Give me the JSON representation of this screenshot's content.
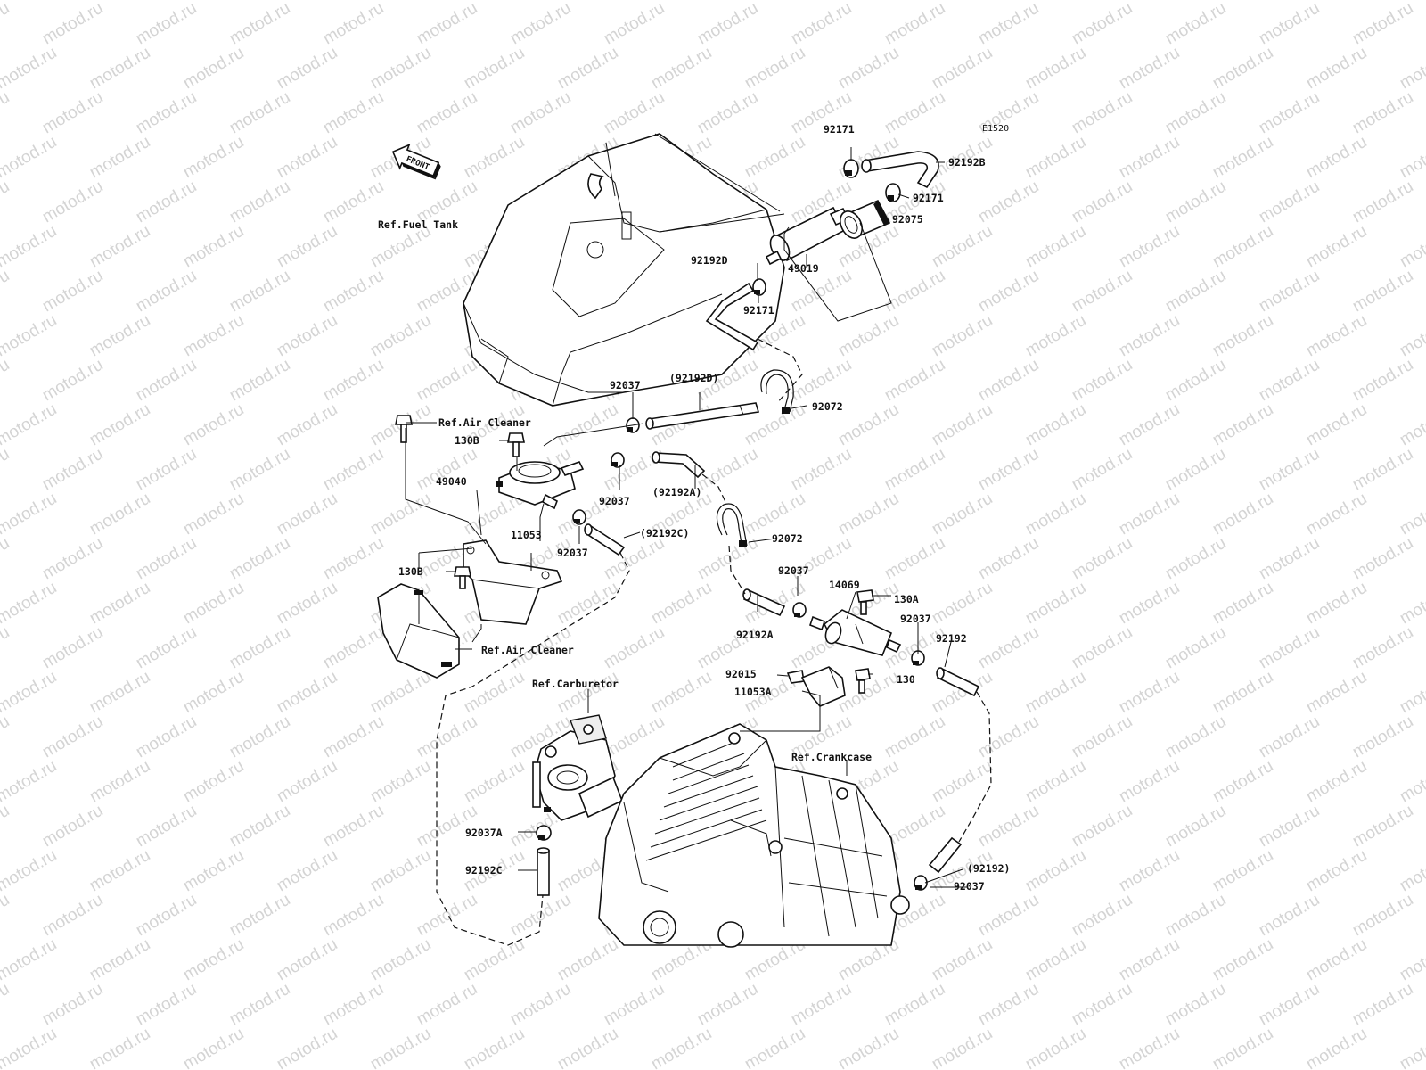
{
  "watermark": {
    "text": "motod.ru"
  },
  "diagram_code": "E1520",
  "front_arrow": {
    "text": "FRONT"
  },
  "refs": {
    "fuel_tank": "Ref.Fuel Tank",
    "air_cleaner_top": "Ref.Air Cleaner",
    "air_cleaner_bottom": "Ref.Air Cleaner",
    "carburetor": "Ref.Carburetor",
    "crankcase": "Ref.Crankcase"
  },
  "parts": {
    "p92171_top": "92171",
    "p92192B": "92192B",
    "p92171_right": "92171",
    "p92075": "92075",
    "p92192D": "92192D",
    "p49019": "49019",
    "p92171_bottom": "92171",
    "p92037_a": "92037",
    "p92192D_paren": "(92192D)",
    "p92072_top": "92072",
    "p130B_top": "130B",
    "p49040": "49040",
    "p92037_b": "92037",
    "p92192A_paren": "(92192A)",
    "p11053": "11053",
    "p92037_c": "92037",
    "p92192C_paren": "(92192C)",
    "p92072_mid": "92072",
    "p130B_bottom": "130B",
    "p92037_d": "92037",
    "p14069": "14069",
    "p130A": "130A",
    "p92192A": "92192A",
    "p92037_e": "92037",
    "p92192": "92192",
    "p92015": "92015",
    "p130": "130",
    "p11053A": "11053A",
    "p92037A": "92037A",
    "p92192C": "92192C",
    "p92192_paren": "(92192)",
    "p92037_f": "92037"
  }
}
